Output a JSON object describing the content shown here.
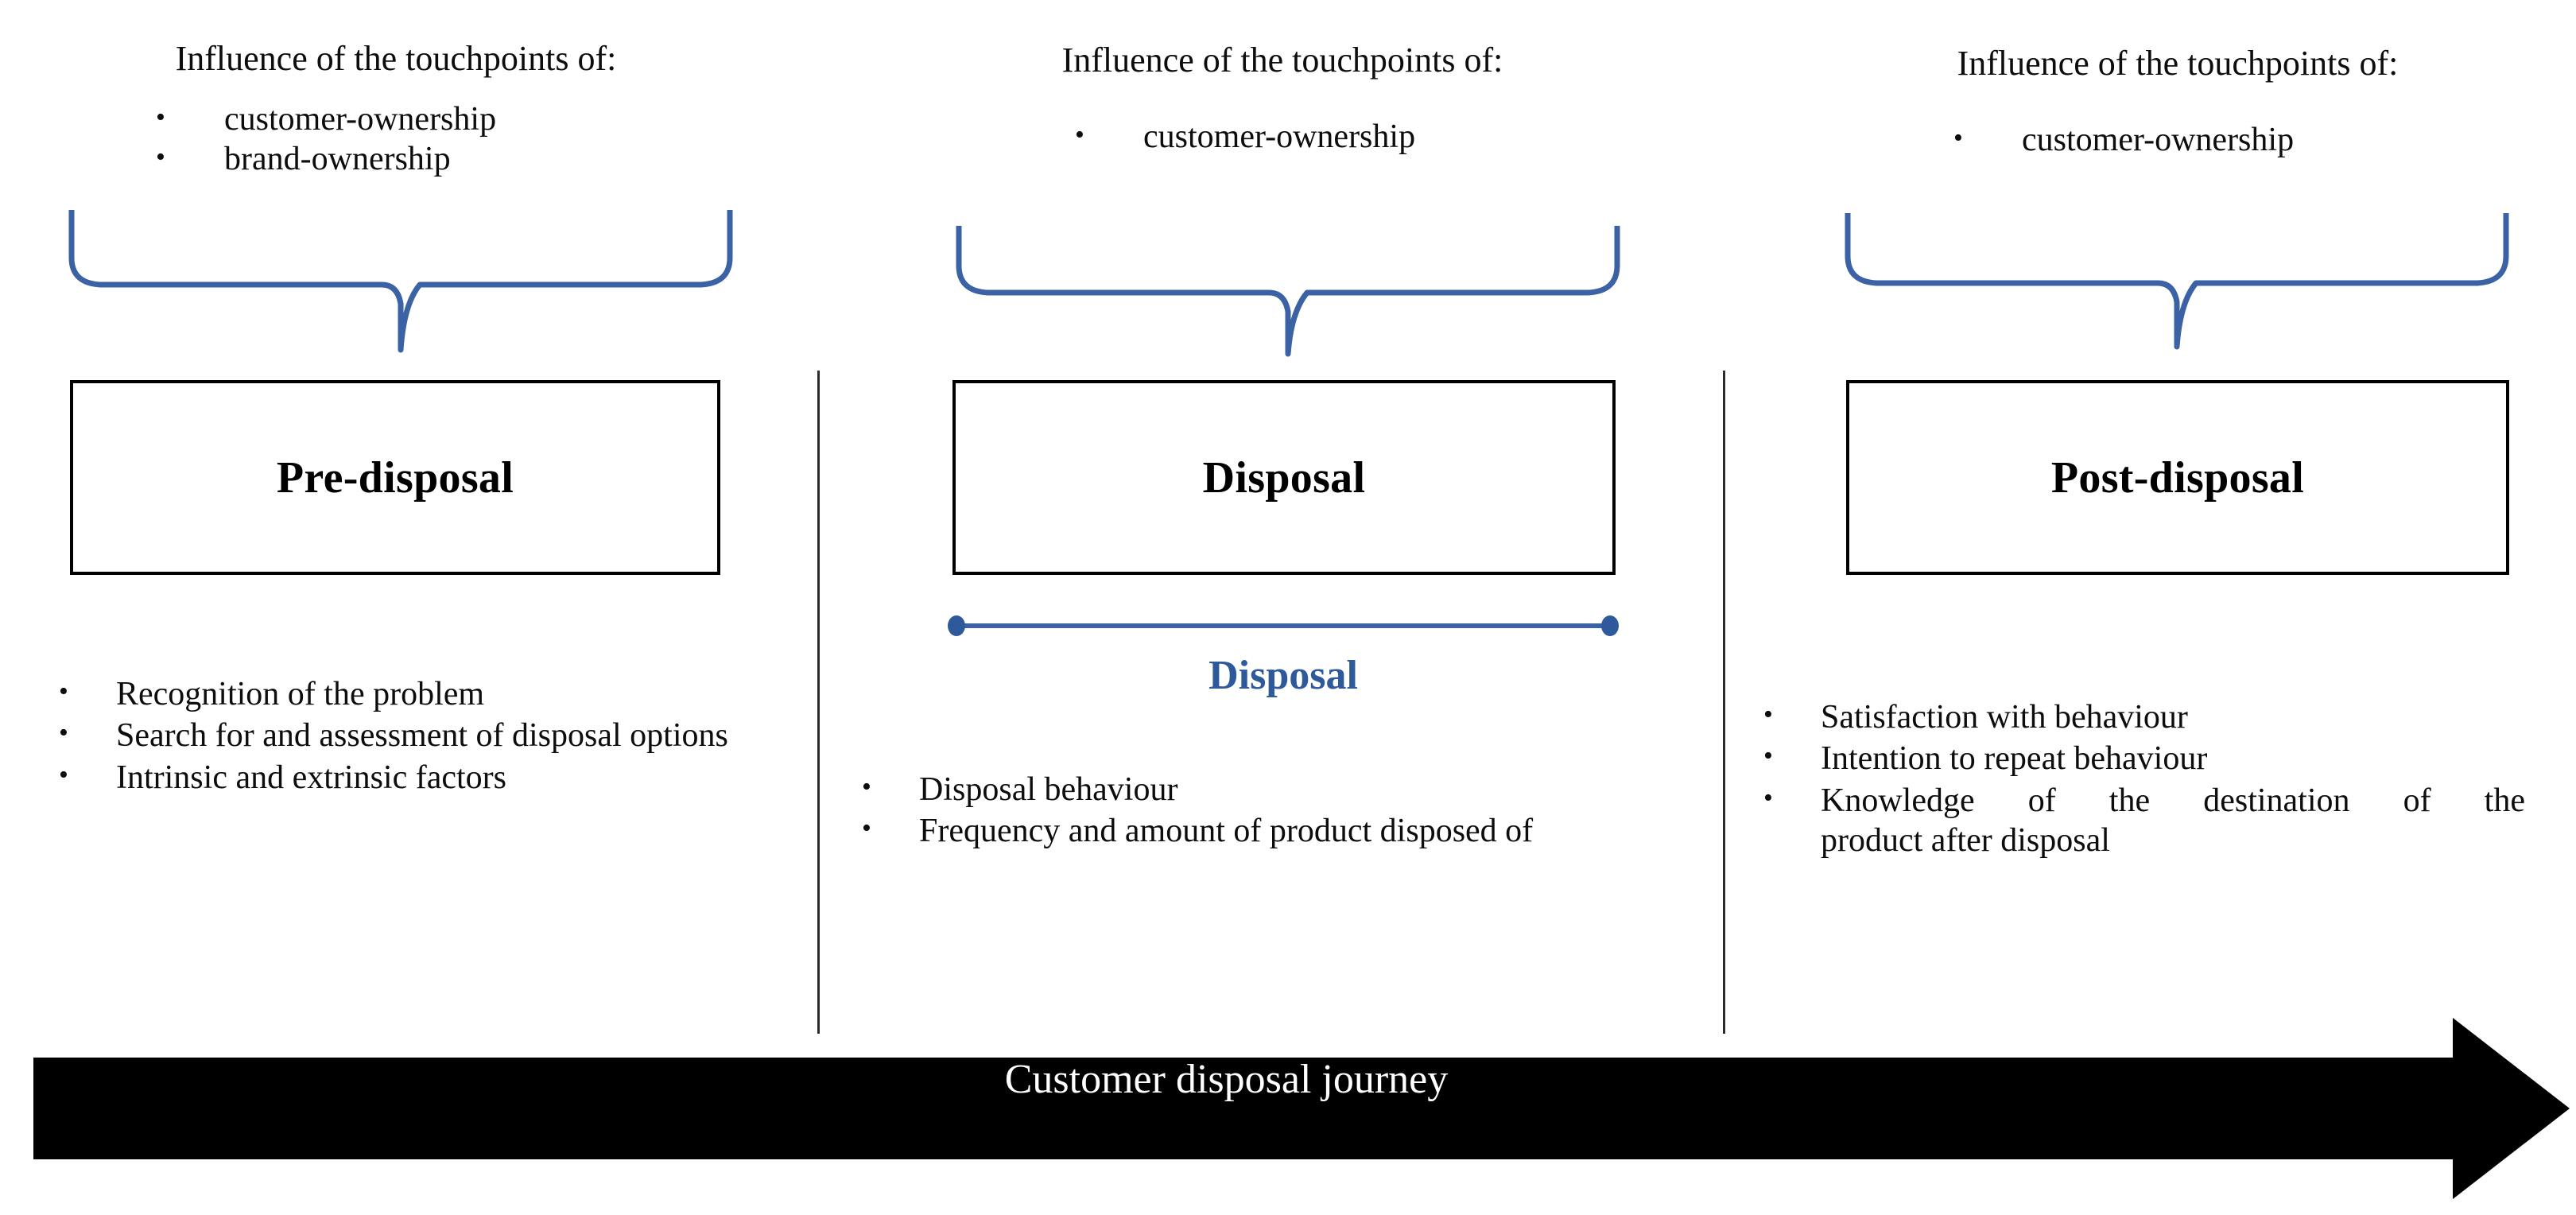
{
  "figure": {
    "caption": "Customer disposal journey"
  },
  "columns": [
    {
      "id": "pre-disposal",
      "touchpoints_title": "Influence of the touchpoints of:",
      "touchpoints": [
        "customer-ownership",
        "brand-ownership"
      ],
      "stage_label": "Pre-disposal",
      "details": [
        "Recognition of the problem",
        "Search for and assessment of disposal options",
        "Intrinsic and extrinsic factors"
      ]
    },
    {
      "id": "disposal",
      "touchpoints_title": "Influence of the touchpoints of:",
      "touchpoints": [
        "customer-ownership"
      ],
      "stage_label": "Disposal",
      "connector_caption": "Disposal",
      "details": [
        "Disposal behaviour",
        "Frequency and amount of product disposed of"
      ]
    },
    {
      "id": "post-disposal",
      "touchpoints_title": "Influence of the touchpoints of:",
      "touchpoints": [
        "customer-ownership"
      ],
      "stage_label": "Post-disposal",
      "details": [
        "Satisfaction with behaviour",
        "Intention to repeat behaviour",
        "Knowledge of the destination of the product after disposal"
      ],
      "details_justified_lines": {
        "line1": "Knowledge of the destination of the",
        "line2": "product after disposal"
      }
    }
  ],
  "colors": {
    "brace": "#3b62a4",
    "accent_blue": "#2e5a9c",
    "box_border": "#000000",
    "divider": "#2b2b2b",
    "arrow_fill": "#000000",
    "arrow_text": "#ffffff",
    "background": "#ffffff"
  }
}
